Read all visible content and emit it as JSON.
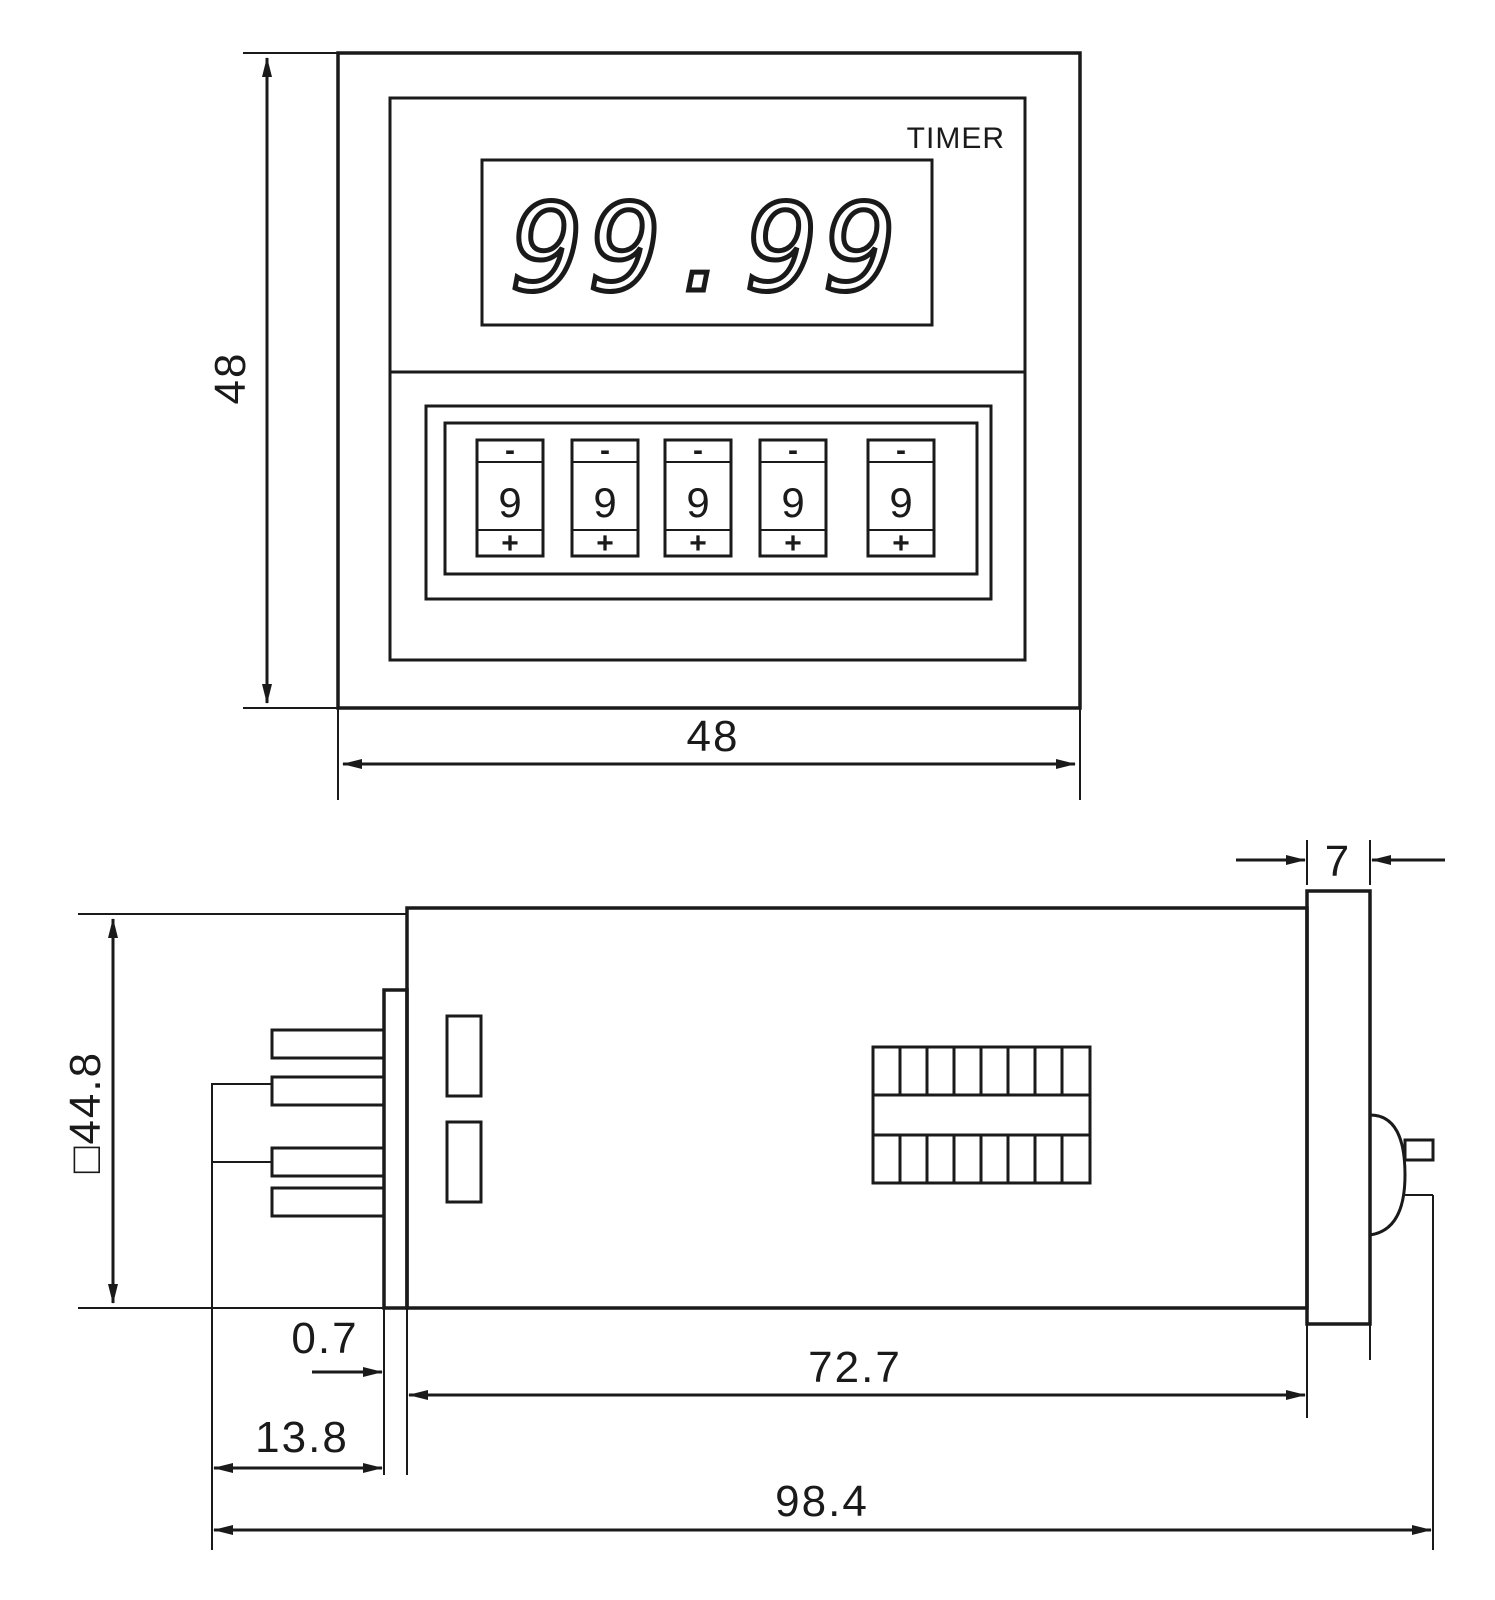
{
  "front_view": {
    "timer_label": "TIMER",
    "display_value": "99.99",
    "dim_height": "48",
    "dim_width": "48",
    "thumbwheels": [
      {
        "minus": "-",
        "digit": "9",
        "plus": "+"
      },
      {
        "minus": "-",
        "digit": "9",
        "plus": "+"
      },
      {
        "minus": "-",
        "digit": "9",
        "plus": "+"
      },
      {
        "minus": "-",
        "digit": "9",
        "plus": "+"
      },
      {
        "minus": "-",
        "digit": "9",
        "plus": "+"
      }
    ]
  },
  "side_view": {
    "dim_square": "□44.8",
    "dim_panel_thickness": "7",
    "dim_gap": "0.7",
    "dim_socket": "13.8",
    "dim_body": "72.7",
    "dim_total": "98.4"
  }
}
